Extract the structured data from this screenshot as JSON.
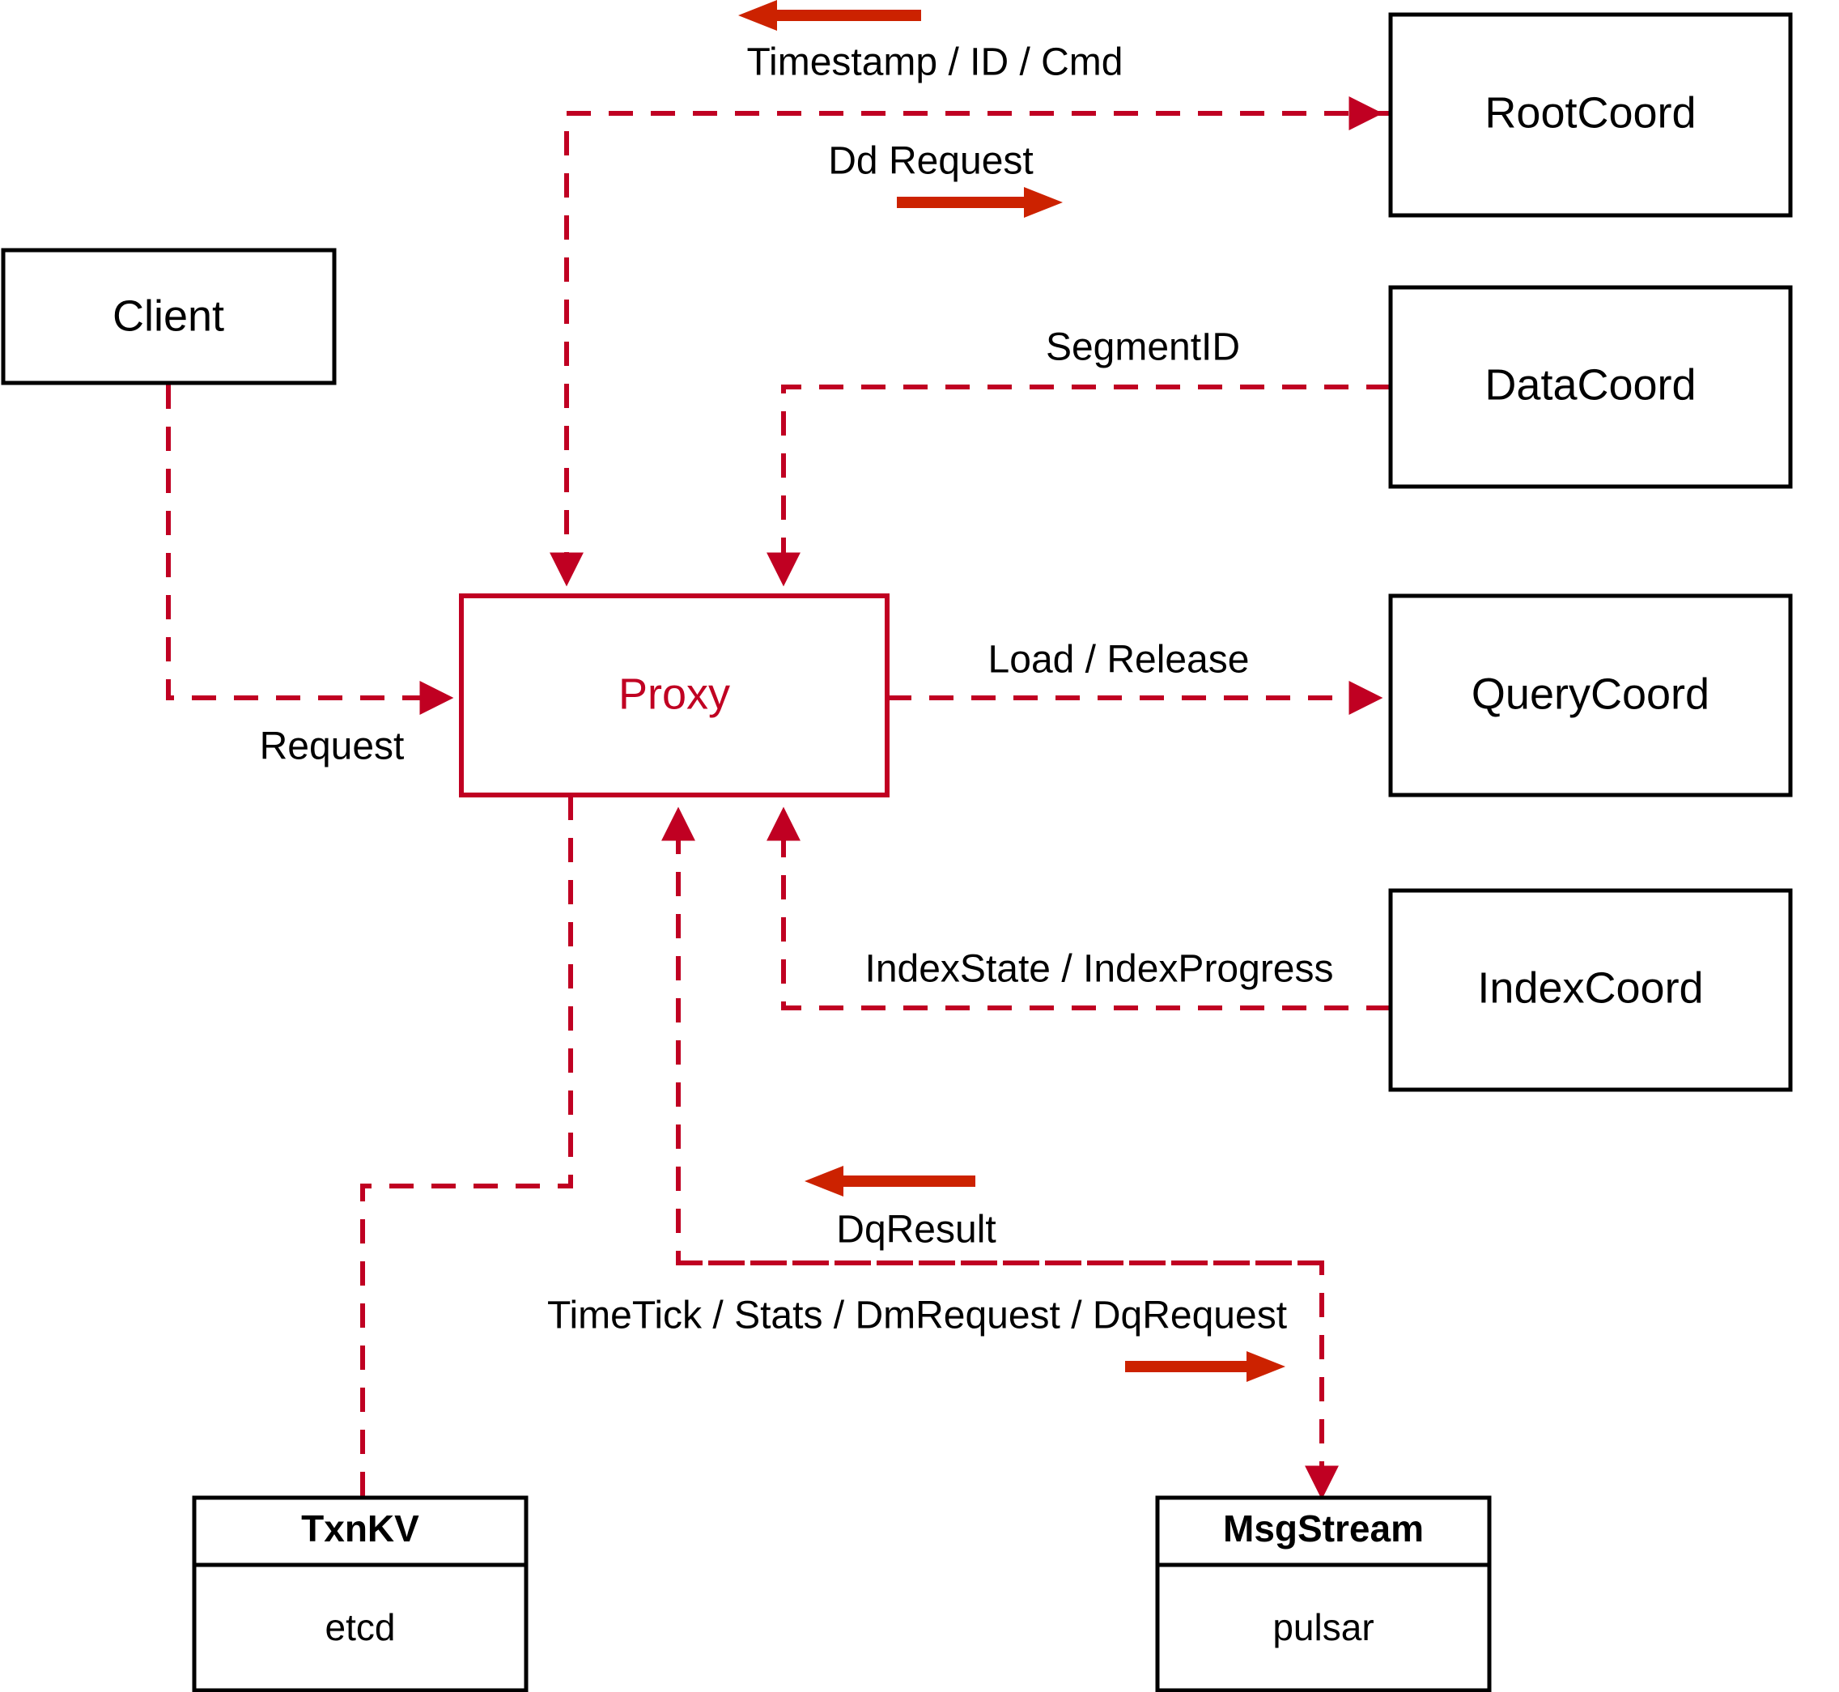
{
  "diagram": {
    "title": "Milvus Proxy component interaction diagram",
    "colors": {
      "node_stroke": "#000000",
      "proxy_stroke": "#c00022",
      "link": "#c00022",
      "direction_arrow": "#cc2200",
      "background": "#ffffff"
    },
    "nodes": [
      {
        "id": "client",
        "label": "Client",
        "style": "plain"
      },
      {
        "id": "proxy",
        "label": "Proxy",
        "style": "accent"
      },
      {
        "id": "rootcoord",
        "label": "RootCoord",
        "style": "plain"
      },
      {
        "id": "datacoord",
        "label": "DataCoord",
        "style": "plain"
      },
      {
        "id": "querycoord",
        "label": "QueryCoord",
        "style": "plain"
      },
      {
        "id": "indexcoord",
        "label": "IndexCoord",
        "style": "plain"
      },
      {
        "id": "txnkv",
        "label": "TxnKV",
        "sub": "etcd",
        "style": "two-row"
      },
      {
        "id": "msgstream",
        "label": "MsgStream",
        "sub": "pulsar",
        "style": "two-row"
      }
    ],
    "edges": [
      {
        "id": "client-proxy",
        "from": "client",
        "to": "proxy",
        "label": "Request",
        "arrow": "to"
      },
      {
        "id": "proxy-rootcoord",
        "from": "proxy",
        "to": "rootcoord",
        "label": "Dd Request",
        "arrow": "to"
      },
      {
        "id": "rootcoord-proxy",
        "from": "rootcoord",
        "to": "proxy",
        "label": "Timestamp / ID / Cmd",
        "arrow": "to"
      },
      {
        "id": "datacoord-proxy",
        "from": "datacoord",
        "to": "proxy",
        "label": "SegmentID",
        "arrow": "to"
      },
      {
        "id": "proxy-querycoord",
        "from": "proxy",
        "to": "querycoord",
        "label": "Load / Release",
        "arrow": "to"
      },
      {
        "id": "indexcoord-proxy",
        "from": "indexcoord",
        "to": "proxy",
        "label": "IndexState / IndexProgress",
        "arrow": "to"
      },
      {
        "id": "proxy-txnkv",
        "from": "proxy",
        "to": "txnkv",
        "label": "",
        "arrow": "none"
      },
      {
        "id": "msgstream-proxy",
        "from": "msgstream",
        "to": "proxy",
        "label": "DqResult",
        "arrow": "to"
      },
      {
        "id": "proxy-msgstream",
        "from": "proxy",
        "to": "msgstream",
        "label": "TimeTick / Stats / DmRequest / DqRequest",
        "arrow": "to"
      }
    ],
    "labels": {
      "timestamp_id_cmd": "Timestamp / ID / Cmd",
      "dd_request": "Dd Request",
      "segment_id": "SegmentID",
      "request": "Request",
      "load_release": "Load / Release",
      "index_state_progress": "IndexState / IndexProgress",
      "dq_result": "DqResult",
      "timetick_stats": "TimeTick / Stats / DmRequest / DqRequest"
    },
    "node_text": {
      "client": "Client",
      "proxy": "Proxy",
      "rootcoord": "RootCoord",
      "datacoord": "DataCoord",
      "querycoord": "QueryCoord",
      "indexcoord": "IndexCoord",
      "txnkv_title": "TxnKV",
      "txnkv_impl": "etcd",
      "msgstream_title": "MsgStream",
      "msgstream_impl": "pulsar"
    }
  }
}
